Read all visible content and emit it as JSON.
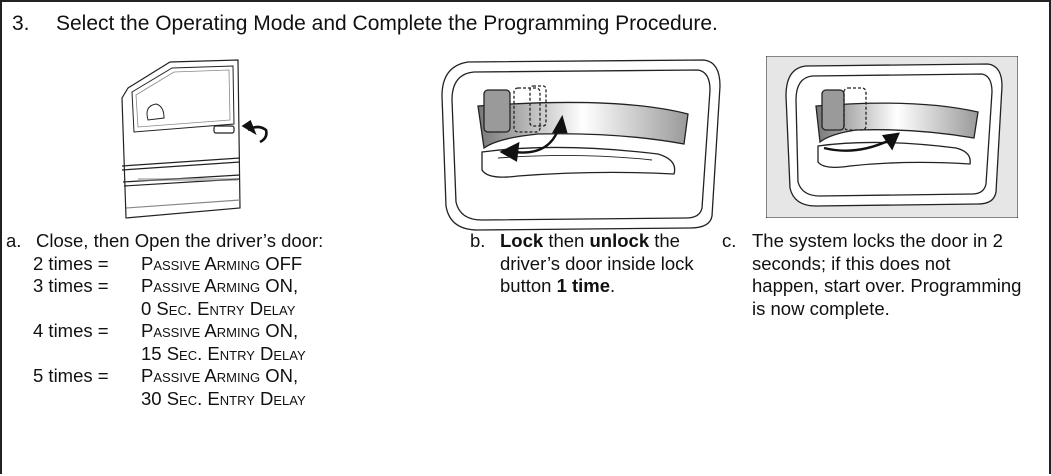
{
  "heading": {
    "number": "3.",
    "text": "Select the Operating Mode and Complete the Programming Procedure."
  },
  "step_a": {
    "letter": "a.",
    "text": "Close, then Open the driver’s  door:",
    "options": [
      {
        "key": "2 times =",
        "lines": [
          "Passive Arming OFF"
        ]
      },
      {
        "key": "3 times =",
        "lines": [
          "Passive Arming ON,",
          "0 Sec. Entry Delay"
        ]
      },
      {
        "key": "4 times =",
        "lines": [
          "Passive Arming ON,",
          "15 Sec. Entry Delay"
        ]
      },
      {
        "key": "5 times =",
        "lines": [
          "Passive Arming ON,",
          "30 Sec. Entry Delay"
        ]
      }
    ]
  },
  "step_b": {
    "letter": "b.",
    "parts": [
      "Lock",
      " then ",
      "unlock",
      " the driver’s door inside lock button ",
      "1 time",
      "."
    ]
  },
  "step_c": {
    "letter": "c.",
    "text": "The system locks the door in 2 seconds; if this does not happen, start over. Programming is now complete."
  },
  "illustrations": {
    "door": "driver-door-open-illustration",
    "handle_b": "inside-lock-handle-lock-illustration",
    "handle_c": "inside-lock-handle-auto-lock-illustration",
    "panel_c_background": "#e6e6e6"
  }
}
